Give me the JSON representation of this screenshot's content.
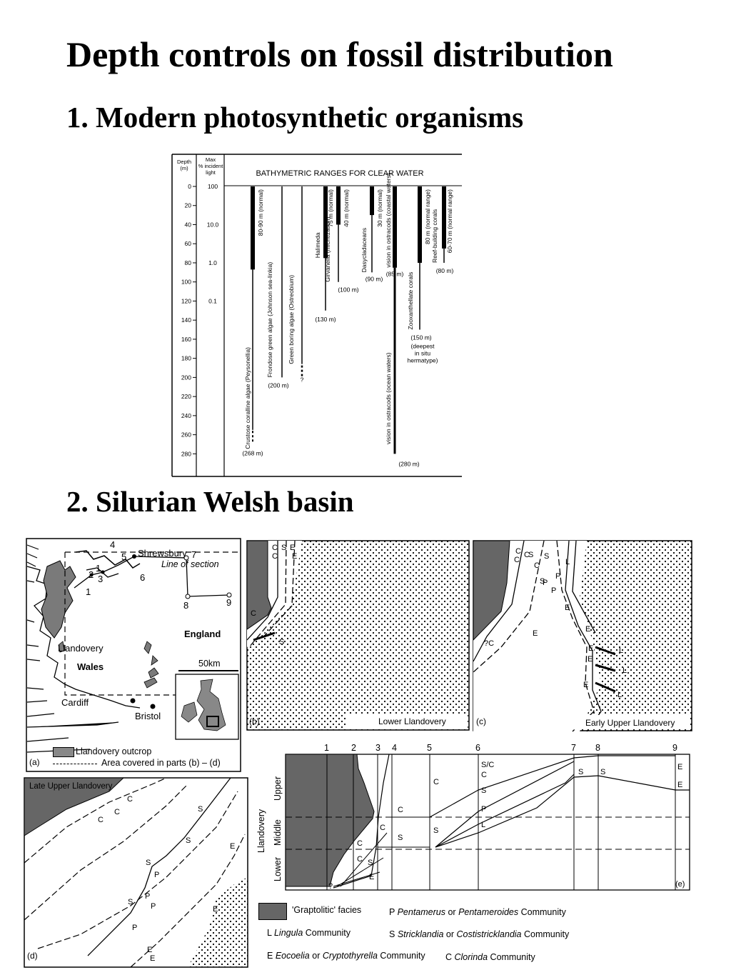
{
  "title": "Depth controls on fossil distribution",
  "section1": "1. Modern photosynthetic organisms",
  "section2": "2. Silurian Welsh basin",
  "bathymetry": {
    "header_depth": "Depth",
    "header_depth_unit": "(m)",
    "header_light_1": "Max",
    "header_light_2": "% incident",
    "header_light_3": "light",
    "chart_title": "BATHYMETRIC RANGES FOR CLEAR WATER",
    "light_values": [
      {
        "depth": 0,
        "label": "100"
      },
      {
        "depth": 40,
        "label": "10.0"
      },
      {
        "depth": 80,
        "label": "1.0"
      },
      {
        "depth": 120,
        "label": "0.1"
      }
    ]
  },
  "chart_data": {
    "type": "bar",
    "title": "BATHYMETRIC RANGES FOR CLEAR WATER",
    "ylabel": "Depth (m)",
    "ylim": [
      0,
      290
    ],
    "yticks": [
      0,
      20,
      40,
      60,
      80,
      100,
      120,
      140,
      160,
      180,
      200,
      220,
      240,
      260,
      280
    ],
    "series": [
      {
        "name": "Crustose coralline algae (Peysonellia)",
        "normal": 87,
        "max": 268,
        "normal_label": "80-90 m (normal)",
        "max_label": "(268 m)"
      },
      {
        "name": "Frondose green algae (Johnson sea-linkia)",
        "normal": 0,
        "max": 200,
        "max_label": "(200 m)"
      },
      {
        "name": "Green boring algae (Ostreobium)",
        "normal": 0,
        "max": 186,
        "max_label": "?"
      },
      {
        "name": "Halimeda",
        "normal": 75,
        "max": 130,
        "normal_label": "75 m (normal)",
        "max_label": "(130 m)"
      },
      {
        "name": "Girvanella (micritization)",
        "normal": 40,
        "max": 100,
        "normal_label": "40 m (normal)",
        "max_label": "(100 m)"
      },
      {
        "name": "Dasycladaceans",
        "normal": 30,
        "max": 90,
        "normal_label": "30 m (normal)",
        "max_label": "(90 m)"
      },
      {
        "name": "vision in ostracods (coastal waters)",
        "normal": 85,
        "max": 85,
        "max_label": "(85 m)"
      },
      {
        "name": "vision in ostracods (ocean waters)",
        "normal": 0,
        "max": 280,
        "max_label": "(280 m)"
      },
      {
        "name": "Zooxanthellate corals",
        "normal": 80,
        "max": 150,
        "normal_label": "80 m (normal range)",
        "max_label": "(150 m)",
        "note": [
          "(deepest",
          "in situ",
          "hermatype)"
        ]
      },
      {
        "name": "Reef-building corals",
        "normal": 65,
        "max": 80,
        "normal_label": "60-70 m (normal range)",
        "max_label": "(80 m)"
      }
    ]
  },
  "welsh": {
    "map": {
      "places": {
        "shrewsbury": "Shrewsbury",
        "line_of_section": "Line of section",
        "england": "England",
        "llandovery": "Llandovery",
        "wales": "Wales",
        "cardiff": "Cardiff",
        "bristol": "Bristol",
        "scale": "50km"
      },
      "numbers": [
        "1",
        "2",
        "3",
        "4",
        "5",
        "6",
        "7",
        "8",
        "9"
      ],
      "label": "(a)",
      "legend_outcrop": "Llandovery outcrop",
      "legend_area": "Area covered in parts (b) – (d)"
    },
    "panel_b": {
      "label": "(b)",
      "caption": "Lower Llandovery"
    },
    "panel_c": {
      "label": "(c)",
      "caption": "Early Upper Llandovery"
    },
    "panel_d": {
      "label": "(d)",
      "caption": "Late Upper Llandovery"
    },
    "panel_e": {
      "label": "(e)",
      "numbers": [
        "1",
        "2",
        "3",
        "4",
        "5",
        "6",
        "7",
        "8",
        "9"
      ],
      "axis": "Llandovery",
      "rows": [
        "Upper",
        "Middle",
        "Lower"
      ]
    },
    "legend": {
      "graptolitic": "'Graptolitic' facies",
      "P_prefix": "P ",
      "P_1": "Pentamerus",
      "P_or": " or ",
      "P_2": "Pentameroides",
      "P_suffix": " Community",
      "L_prefix": "L ",
      "L_1": "Lingula",
      "L_suffix": " Community",
      "S_prefix": "S ",
      "S_1": "Stricklandia",
      "S_or": " or ",
      "S_2": "Costistricklandia",
      "S_suffix": " Community",
      "E_prefix": "E ",
      "E_1": "Eocoelia",
      "E_or": " or ",
      "E_2": "Cryptothyrella",
      "E_suffix": " Community",
      "C_prefix": "C ",
      "C_1": "Clorinda",
      "C_suffix": " Community"
    }
  }
}
